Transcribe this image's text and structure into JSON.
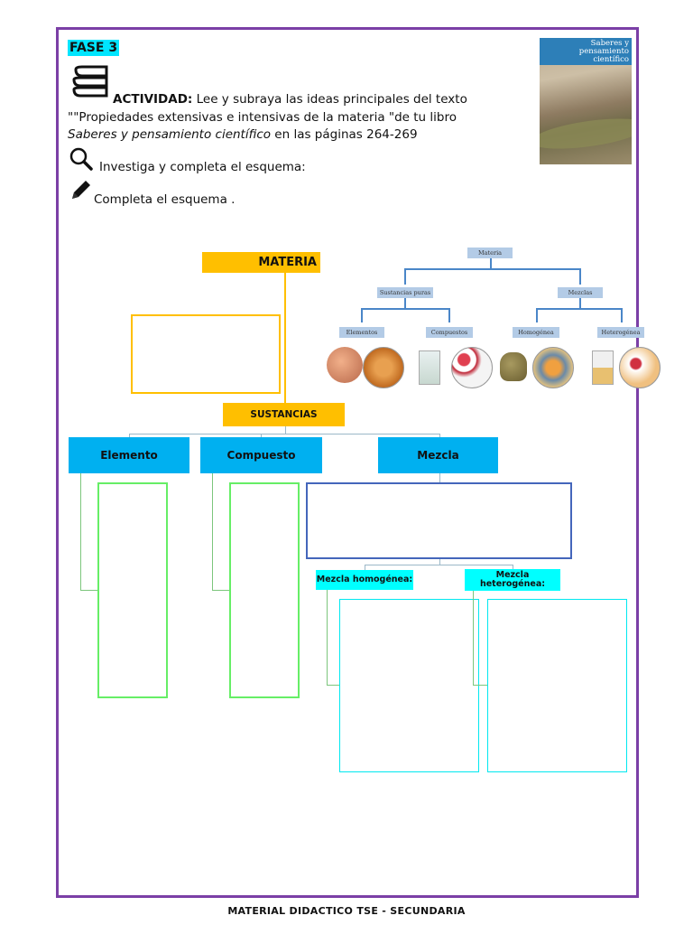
{
  "phase": "FASE 3",
  "activity": {
    "label": "ACTIVIDAD:",
    "line1": " Lee y subraya las ideas principales del texto",
    "line2": "\"\"Propiedades extensivas e intensivas de la materia \"de tu libro",
    "book_title": "Saberes y pensamiento científico",
    "pages": " en las páginas 264-269"
  },
  "instructions": {
    "investigate": "Investiga y completa el esquema:",
    "complete": "Completa el esquema ."
  },
  "book_cover": {
    "title_line1": "Saberes y",
    "title_line2": "pensamiento",
    "title_line3": "científico"
  },
  "scheme": {
    "root": "MATERIA",
    "substances": "SUSTANCIAS",
    "element": "Elemento",
    "compound": "Compuesto",
    "mixture": "Mezcla",
    "homogeneous": "Mezcla homogénea:",
    "heterogeneous": "Mezcla heterogénea:"
  },
  "reference_diagram": {
    "root": "Materia",
    "level1": [
      "Sustancias puras",
      "Mezclas"
    ],
    "level2": [
      "Elementos",
      "Compuestos",
      "Homogénea",
      "Heterogénea"
    ]
  },
  "footer": "MATERIAL DIDACTICO TSE - SECUNDARIA",
  "colors": {
    "frame": "#7b3fa6",
    "yellow": "#ffbf00",
    "blue": "#00b0f0",
    "cyan": "#00ffff",
    "green": "#66ee66",
    "navy": "#4466bb"
  }
}
